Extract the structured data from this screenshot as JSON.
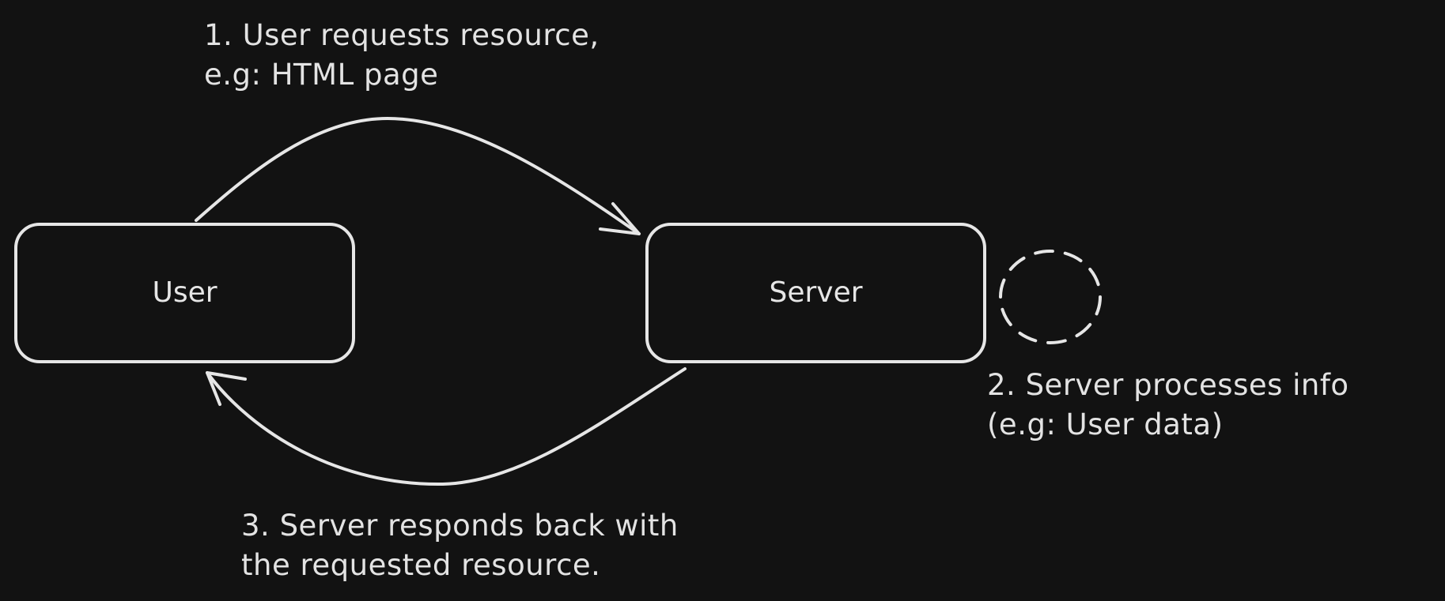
{
  "nodes": {
    "user": {
      "label": "User"
    },
    "server": {
      "label": "Server"
    }
  },
  "steps": [
    {
      "lines": [
        "1. User requests resource,",
        "e.g: HTML page"
      ]
    },
    {
      "lines": [
        "2. Server processes info",
        "(e.g: User data)"
      ]
    },
    {
      "lines": [
        "3. Server responds back with",
        "the requested resource."
      ]
    }
  ],
  "colors": {
    "background": "#121212",
    "stroke": "#e6e6e6"
  }
}
